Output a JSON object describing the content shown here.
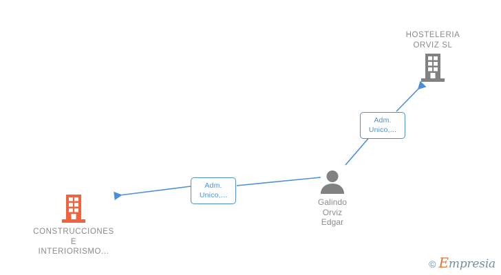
{
  "graph": {
    "background_color": "#ffffff",
    "edge_color": "#4a90d9",
    "nodes": [
      {
        "id": "hosteleria",
        "type": "company",
        "label": "HOSTELERIA\nORVIZ  SL",
        "icon": "building-icon",
        "icon_color": "#7f8183",
        "label_position": "above"
      },
      {
        "id": "construcciones",
        "type": "company",
        "label": "CONSTRUCCIONES\nE\nINTERIORISMO...",
        "icon": "building-icon",
        "icon_color": "#f0633c",
        "label_position": "below"
      },
      {
        "id": "person",
        "type": "person",
        "label": "Galindo\nOrviz\nEdgar",
        "icon": "person-icon",
        "icon_color": "#7f8183",
        "label_position": "below"
      }
    ],
    "edges": [
      {
        "id": "edge-person-construcciones",
        "from": "person",
        "to": "construcciones",
        "label": "Adm.\nUnico,...",
        "color": "#4a90d9"
      },
      {
        "id": "edge-person-hosteleria",
        "from": "person",
        "to": "hosteleria",
        "label": "Adm.\nUnico,...",
        "color": "#4a90d9"
      }
    ]
  },
  "watermark": {
    "copyright": "©",
    "brand_initial": "E",
    "brand_rest": "mpresia"
  }
}
